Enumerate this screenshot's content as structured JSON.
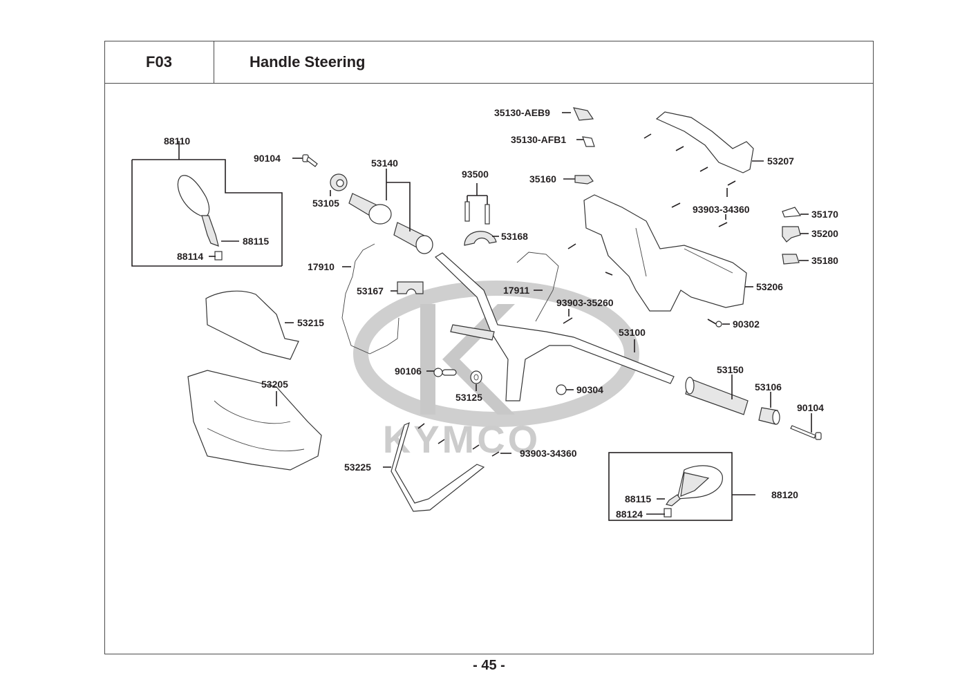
{
  "header": {
    "section_code": "F03",
    "title": "Handle Steering"
  },
  "footer": {
    "page_number": "- 45 -"
  },
  "watermark": {
    "brand": "KYMCO"
  },
  "parts": [
    {
      "id": "p1",
      "label": "88110"
    },
    {
      "id": "p2",
      "label": "88115"
    },
    {
      "id": "p3",
      "label": "88114"
    },
    {
      "id": "p4",
      "label": "90104"
    },
    {
      "id": "p5",
      "label": "53105"
    },
    {
      "id": "p6",
      "label": "53140"
    },
    {
      "id": "p7",
      "label": "17910"
    },
    {
      "id": "p8",
      "label": "53167"
    },
    {
      "id": "p9",
      "label": "53215"
    },
    {
      "id": "p10",
      "label": "53205"
    },
    {
      "id": "p11",
      "label": "90106"
    },
    {
      "id": "p12",
      "label": "53125"
    },
    {
      "id": "p13",
      "label": "53225"
    },
    {
      "id": "p14",
      "label": "93903-34360"
    },
    {
      "id": "p15",
      "label": "93500"
    },
    {
      "id": "p16",
      "label": "53168"
    },
    {
      "id": "p17",
      "label": "35130-AEB9"
    },
    {
      "id": "p18",
      "label": "35130-AFB1"
    },
    {
      "id": "p19",
      "label": "35160"
    },
    {
      "id": "p20",
      "label": "17911"
    },
    {
      "id": "p21",
      "label": "93903-35260"
    },
    {
      "id": "p22",
      "label": "90304"
    },
    {
      "id": "p23",
      "label": "53100"
    },
    {
      "id": "p24",
      "label": "53207"
    },
    {
      "id": "p25",
      "label": "93903-34360"
    },
    {
      "id": "p26",
      "label": "35170"
    },
    {
      "id": "p27",
      "label": "35200"
    },
    {
      "id": "p28",
      "label": "35180"
    },
    {
      "id": "p29",
      "label": "53206"
    },
    {
      "id": "p30",
      "label": "90302"
    },
    {
      "id": "p31",
      "label": "53150"
    },
    {
      "id": "p32",
      "label": "53106"
    },
    {
      "id": "p33",
      "label": "90104"
    },
    {
      "id": "p34",
      "label": "88120"
    },
    {
      "id": "p35",
      "label": "88115"
    },
    {
      "id": "p36",
      "label": "88124"
    }
  ]
}
